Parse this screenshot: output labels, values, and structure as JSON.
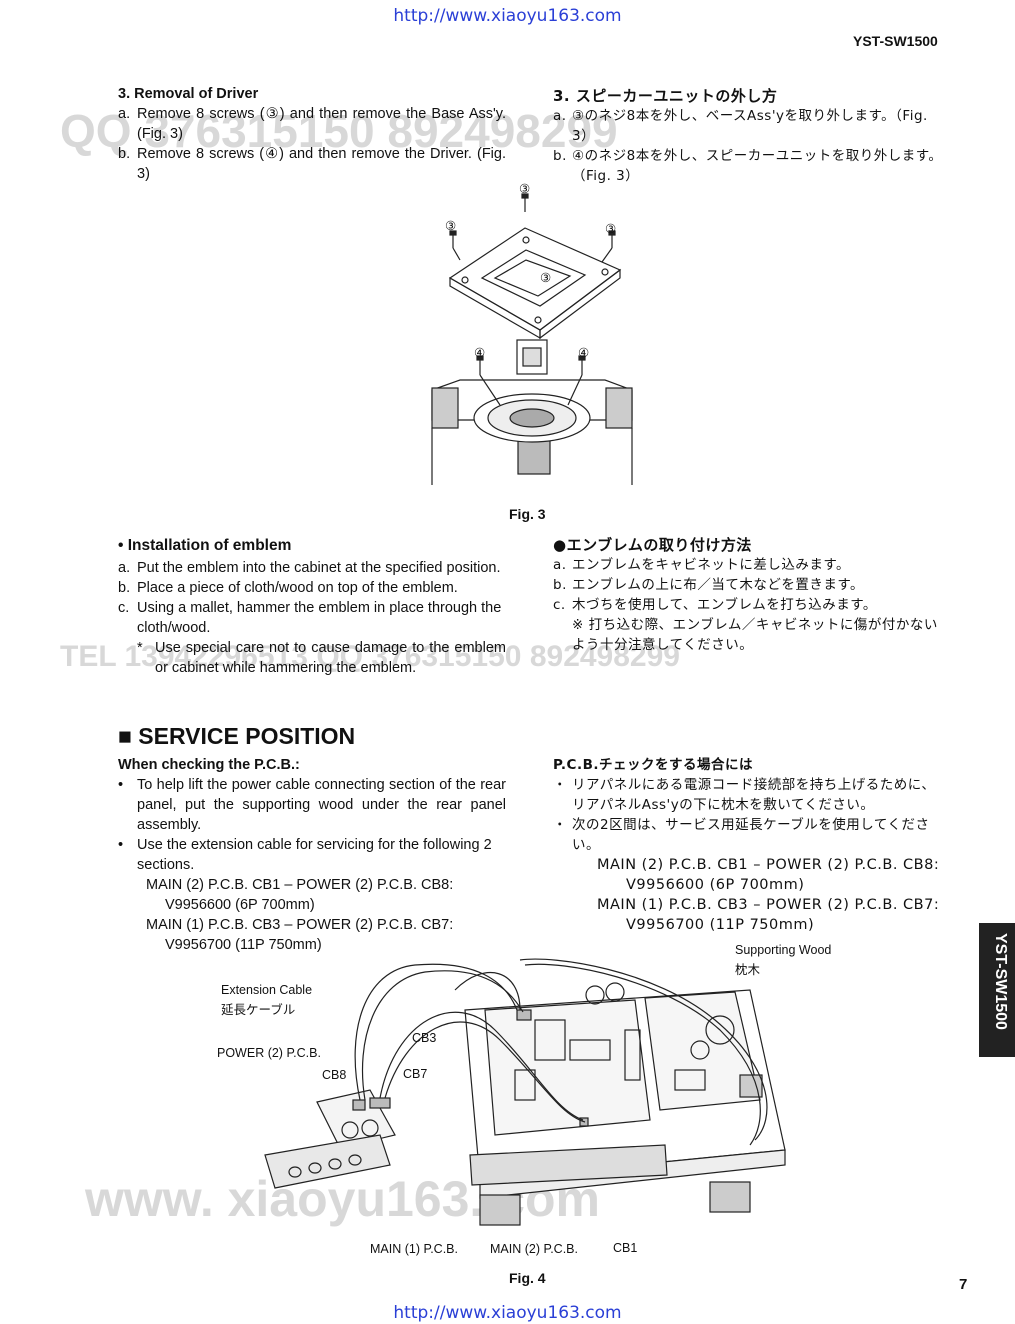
{
  "header": {
    "top_url": "http://www.xiaoyu163.com",
    "model": "YST-SW1500"
  },
  "removal": {
    "title_num": "3.",
    "title": "Removal of Driver",
    "items": [
      {
        "lab": "a.",
        "text": "Remove 8 screws (③) and then remove the Base Ass'y. (Fig. 3)"
      },
      {
        "lab": "b.",
        "text": "Remove 8 screws (④) and then remove the Driver. (Fig. 3)"
      }
    ],
    "jp_title": "3. スピーカーユニットの外し方",
    "jp_items": [
      {
        "lab": "a.",
        "text": "③のネジ8本を外し、ベースAss'yを取り外します。（Fig. 3）"
      },
      {
        "lab": "b.",
        "text": "④のネジ8本を外し、スピーカーユニットを取り外します。（Fig. 3）"
      }
    ]
  },
  "fig3": {
    "caption": "Fig. 3",
    "callout_3": "③",
    "callout_4": "④"
  },
  "emblem": {
    "title": "• Installation of emblem",
    "items": [
      {
        "lab": "a.",
        "text": "Put the emblem into the cabinet at the specified position."
      },
      {
        "lab": "b.",
        "text": "Place a piece of cloth/wood on top of the emblem."
      },
      {
        "lab": "c.",
        "text": "Using a mallet, hammer the emblem in place through the cloth/wood."
      }
    ],
    "note_lab": "*",
    "note": "Use special care not to cause damage to the emblem or cabinet while hammering the emblem.",
    "jp_title": "●エンブレムの取り付け方法",
    "jp_items": [
      {
        "lab": "a.",
        "text": "エンブレムをキャビネットに差し込みます。"
      },
      {
        "lab": "b.",
        "text": "エンブレムの上に布／当て木などを置きます。"
      },
      {
        "lab": "c.",
        "text": "木づちを使用して、エンブレムを打ち込みます。"
      }
    ],
    "jp_note": "※ 打ち込む際、エンブレム／キャビネットに傷が付かないよう十分注意してください。"
  },
  "service": {
    "heading_mark": "■",
    "heading": "SERVICE POSITION",
    "subtitle": "When checking the P.C.B.:",
    "bullets": [
      "To help lift the power cable connecting section of the rear panel, put the supporting wood under the rear panel assembly.",
      "Use the extension cable for servicing for the following 2 sections."
    ],
    "cables": [
      {
        "line": "MAIN (2) P.C.B. CB1 – POWER (2) P.C.B. CB8:",
        "part": "V9956600 (6P 700mm)"
      },
      {
        "line": "MAIN (1) P.C.B. CB3 – POWER (2)  P.C.B. CB7:",
        "part": "V9956700 (11P 750mm)"
      }
    ],
    "jp_subtitle": "P.C.B.チェックをする場合には",
    "jp_bullets": [
      "リアパネルにある電源コード接続部を持ち上げるために、リアパネルAss'yの下に枕木を敷いてください。",
      "次の2区間は、サービス用延長ケーブルを使用してください。"
    ],
    "jp_cables": [
      {
        "line": "MAIN (2) P.C.B. CB1 – POWER (2) P.C.B. CB8:",
        "part": "V9956600 (6P 700mm)"
      },
      {
        "line": "MAIN (1) P.C.B. CB3 – POWER (2) P.C.B. CB7:",
        "part": "V9956700 (11P 750mm)"
      }
    ]
  },
  "fig4": {
    "caption": "Fig. 4",
    "labels": {
      "supporting_wood": "Supporting Wood",
      "supporting_wood_jp": "枕木",
      "extension_cable": "Extension Cable",
      "extension_cable_jp": "延長ケーブル",
      "cb3": "CB3",
      "power2": "POWER (2) P.C.B.",
      "cb8": "CB8",
      "cb7": "CB7",
      "main1": "MAIN (1) P.C.B.",
      "main2": "MAIN (2) P.C.B.",
      "cb1": "CB1"
    }
  },
  "side_tab": "YST-SW1500",
  "page_number": "7",
  "footer_url": "http://www.xiaoyu163.com"
}
